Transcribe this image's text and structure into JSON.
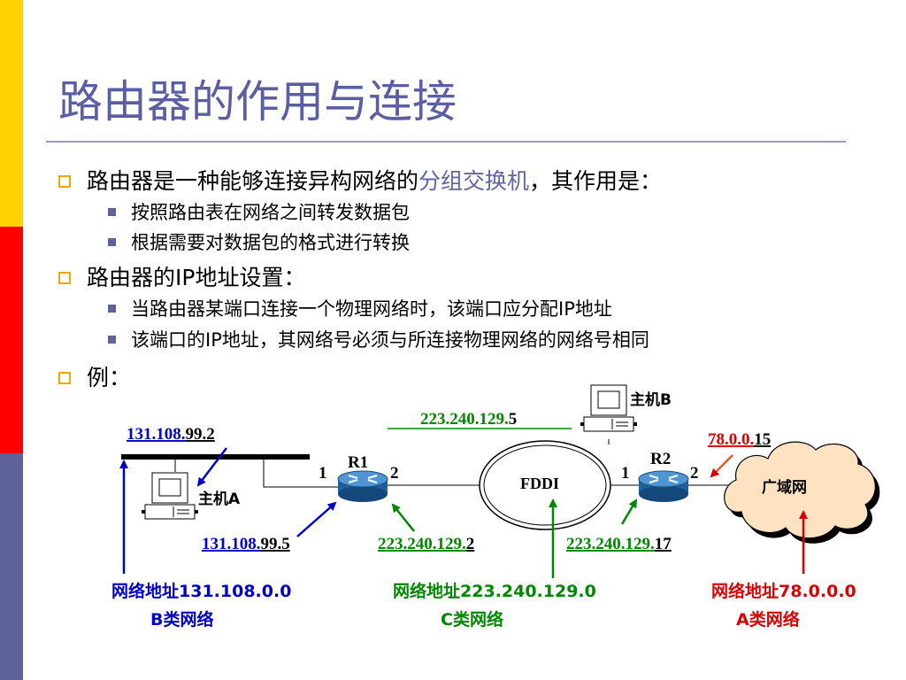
{
  "colors": {
    "sidebar": [
      "#ffd200",
      "#ff0000",
      "#5f6199"
    ],
    "title": "#5a5fa5",
    "accent": "#6165a8",
    "bullet_marker": "#f0a800",
    "blue": "#0000cc",
    "green": "#008800",
    "red": "#dd0000"
  },
  "title": "路由器的作用与连接",
  "bullets": [
    {
      "before": "路由器是一种能够连接异构网络的",
      "accent": "分组交换机",
      "after": "，其作用是：",
      "sub": [
        "按照路由表在网络之间转发数据包",
        "根据需要对数据包的格式进行转换"
      ]
    },
    {
      "before": "路由器的IP地址设置：",
      "accent": "",
      "after": "",
      "sub": [
        "当路由器某端口连接一个物理网络时，该端口应分配IP地址",
        "该端口的IP地址，其网络号必须与所连接物理网络的网络号相同"
      ]
    },
    {
      "before": "例：",
      "accent": "",
      "after": "",
      "sub": []
    }
  ],
  "diagram": {
    "host_a": {
      "label": "主机A",
      "ip_net": "131.108.",
      "ip_host": "99.2"
    },
    "host_b": {
      "label": "主机B",
      "ip_net": "223.240.129.",
      "ip_host": "5"
    },
    "r1": {
      "name": "R1",
      "port1": "1",
      "port2": "2",
      "ip1_net": "131.108.",
      "ip1_host": "99.5",
      "ip2_net": "223.240.129.",
      "ip2_host": "2"
    },
    "r2": {
      "name": "R2",
      "port1": "1",
      "port2": "2",
      "ip1_net": "223.240.129.",
      "ip1_host": "17",
      "ip2_net": "78.0.0.",
      "ip2_host": "15"
    },
    "fddi_label": "FDDI",
    "wan_label": "广域网",
    "net_b": {
      "line1": "网络地址131.108.0.0",
      "line2": "B类网络"
    },
    "net_c": {
      "line1": "网络地址223.240.129.0",
      "line2": "C类网络"
    },
    "net_a": {
      "line1": "网络地址78.0.0.0",
      "line2": "A类网络"
    }
  }
}
